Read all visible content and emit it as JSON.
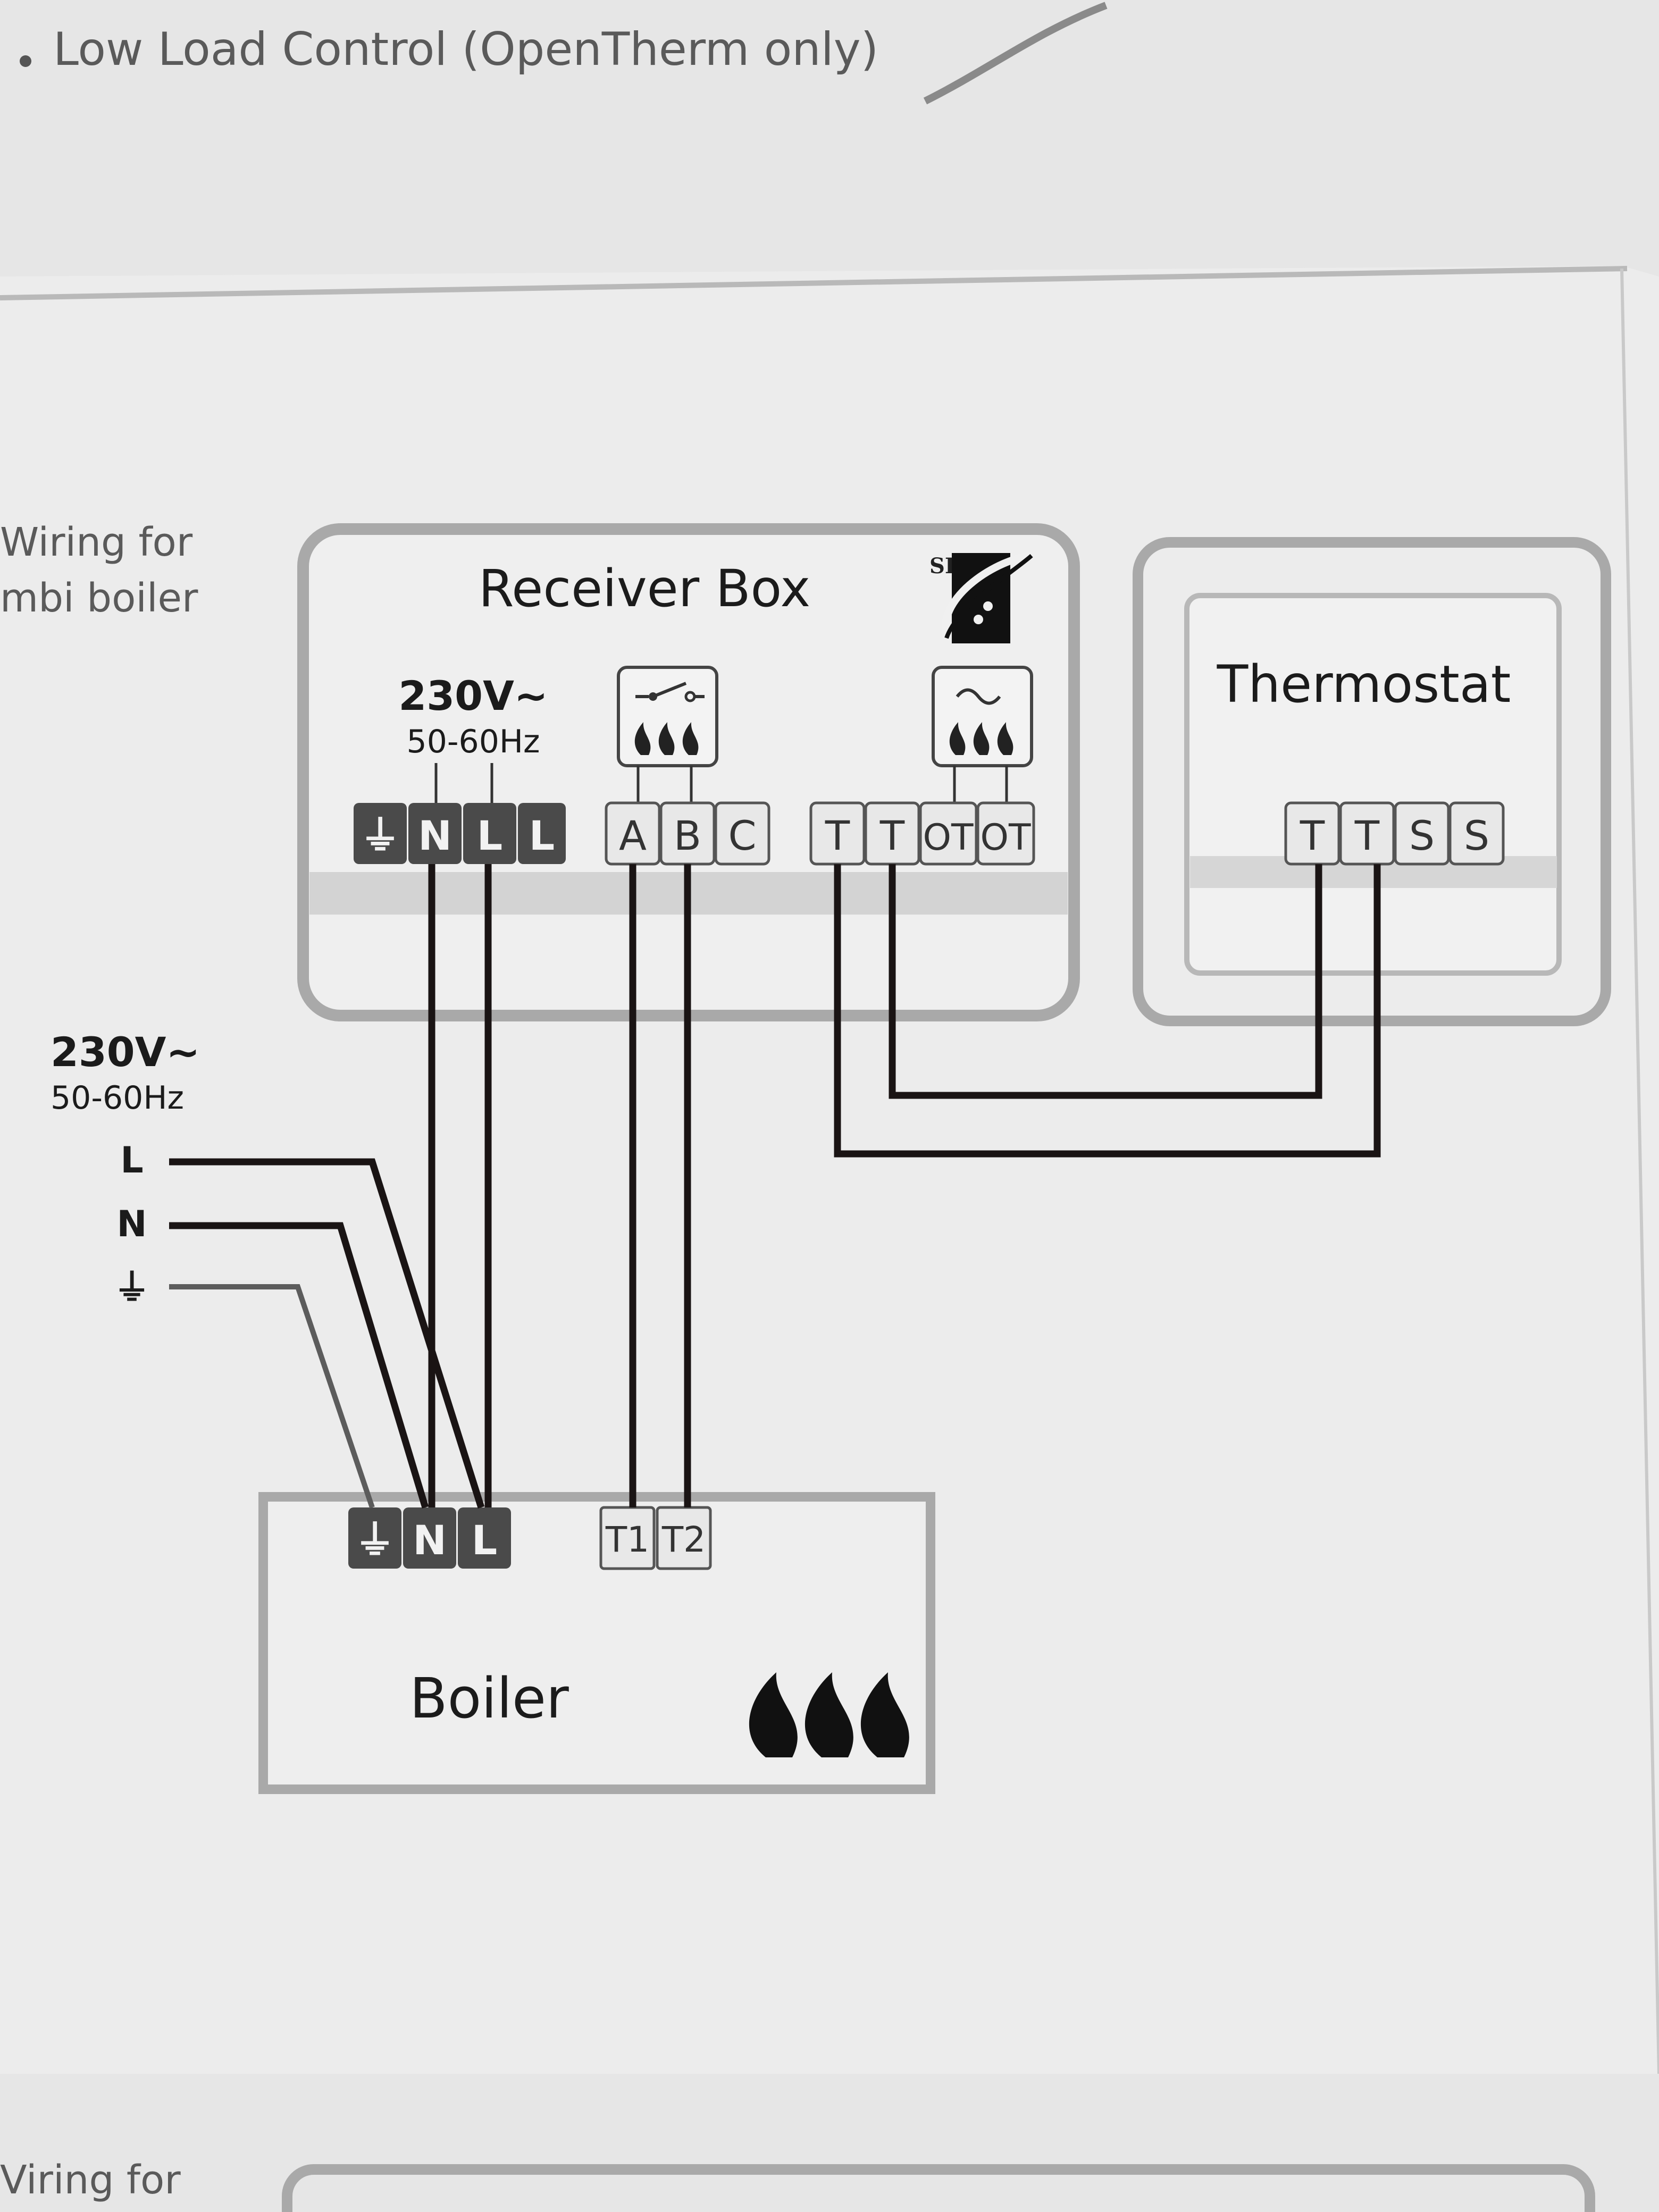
{
  "top_note": "Low Load Control (OpenTherm only)",
  "side_caption": {
    "line1": "Wiring for",
    "line2": "mbi boiler"
  },
  "bottom_caption": "Viring for",
  "receiver_box": {
    "title": "Receiver Box",
    "logo_text": "SP",
    "power": {
      "voltage": "230V~",
      "frequency": "50-60Hz"
    },
    "power_terminals": [
      "⏚",
      "N",
      "L",
      "L"
    ],
    "relay_terminals": [
      "A",
      "B",
      "C"
    ],
    "comm_terminals": [
      "T",
      "T",
      "OT",
      "OT"
    ]
  },
  "thermostat": {
    "title": "Thermostat",
    "terminals": [
      "T",
      "T",
      "S",
      "S"
    ]
  },
  "mains": {
    "voltage": "230V~",
    "frequency": "50-60Hz",
    "lines": [
      "L",
      "N",
      "⏚"
    ]
  },
  "boiler": {
    "title": "Boiler",
    "power_terminals": [
      "⏚",
      "N",
      "L"
    ],
    "control_terminals": [
      "T1",
      "T2"
    ]
  },
  "colors": {
    "paper": "#e9e9e9",
    "box_border": "#a9a9a9",
    "wire": "#1a1414",
    "terminal_dark": "#4a4a4a"
  }
}
